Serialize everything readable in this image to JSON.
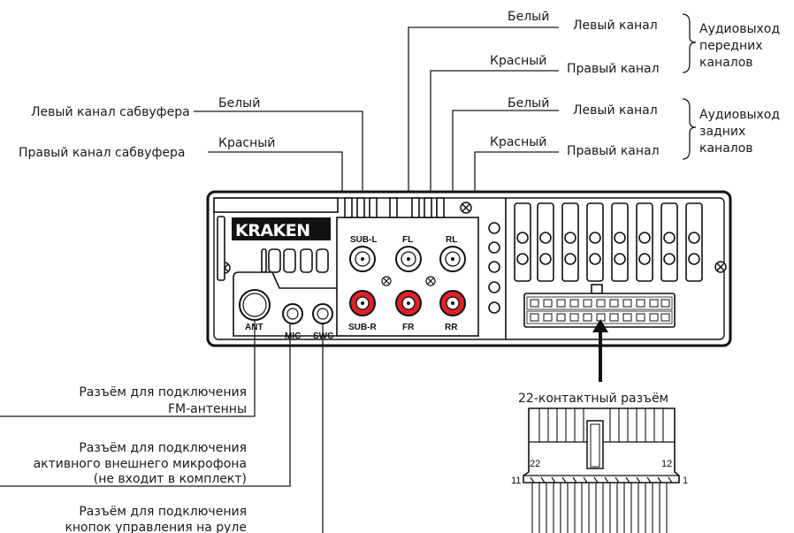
{
  "device": {
    "brand_logo": "KRAKEN",
    "jacks": {
      "sub_l": "SUB-L",
      "sub_r": "SUB-R",
      "fl": "FL",
      "fr": "FR",
      "rl": "RL",
      "rr": "RR",
      "ant": "ANT",
      "mic": "MIC",
      "swc": "SWC"
    }
  },
  "labels": {
    "front_white": "Белый",
    "front_left_channel": "Левый канал",
    "front_red": "Красный",
    "front_right_channel": "Правый канал",
    "front_group": [
      "Аудиовыход",
      "передних",
      "каналов"
    ],
    "rear_white": "Белый",
    "rear_left_channel": "Левый канал",
    "rear_red": "Красный",
    "rear_right_channel": "Правый канал",
    "rear_group": [
      "Аудиовыход",
      "задних",
      "каналов"
    ],
    "sub_left_channel": "Левый канал сабвуфера",
    "sub_white": "Белый",
    "sub_right_channel": "Правый канал сабвуфера",
    "sub_red": "Красный",
    "antenna": [
      "Разъём для подключения",
      "FM-антенны"
    ],
    "microphone": [
      "Разъём для подключения",
      "активного внешнего микрофона",
      "(не входит в комплект)"
    ],
    "steering": [
      "Разъём для подключения",
      "кнопок управления на руле"
    ]
  },
  "connector": {
    "title": "22-контактный разъём",
    "pin_22": "22",
    "pin_12": "12",
    "pin_11": "11",
    "pin_1": "1"
  },
  "colors": {
    "red_jack": "#e0202a",
    "outline": "#111111",
    "logo_bg": "#111111"
  }
}
